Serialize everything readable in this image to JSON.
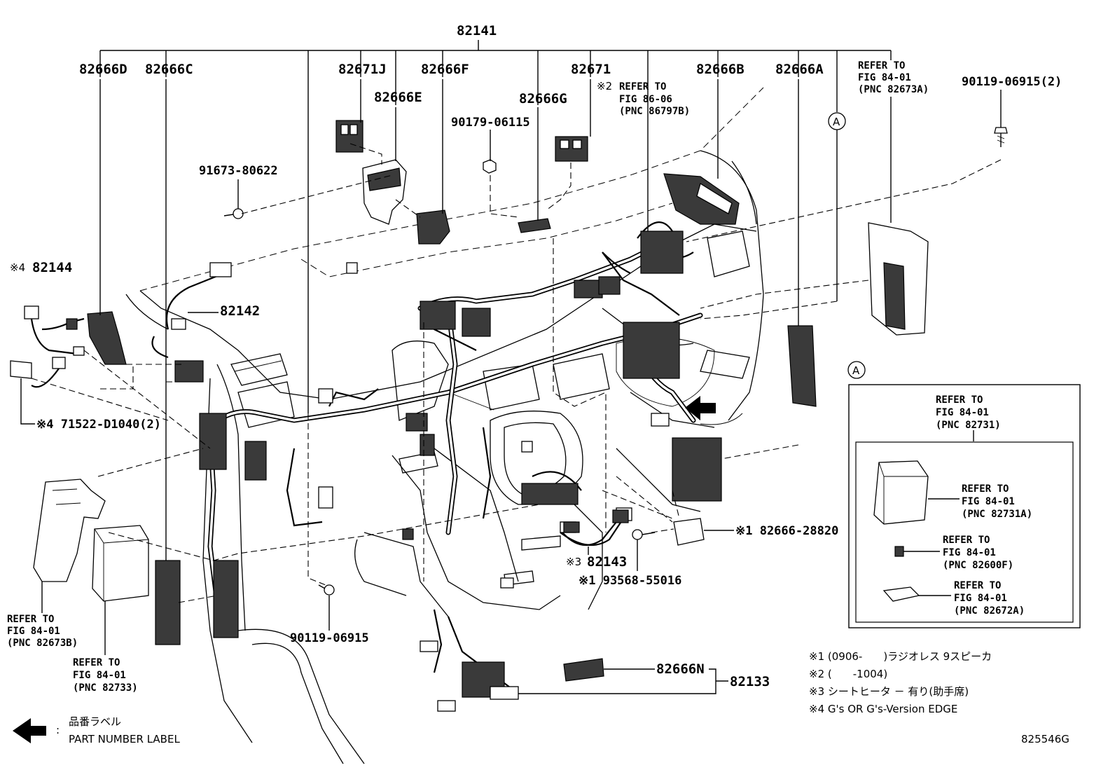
{
  "labels": {
    "main_harness": "82141",
    "p82666D": "82666D",
    "p82666C": "82666C",
    "p82671J": "82671J",
    "p82666E": "82666E",
    "p82666F": "82666F",
    "p82666G": "82666G",
    "p82671": "82671",
    "p82666B": "82666B",
    "p82666A": "82666A",
    "p90179": "90179-06115",
    "p91673": "91673-80622",
    "p90119_top": "90119-06915(2)",
    "p90119_bottom": "90119-06915",
    "p82144_mark": "※4",
    "p82144": "82144",
    "p82142": "82142",
    "p71522": "※4 71522-D1040(2)",
    "p82143_mark": "※3",
    "p82143": "82143",
    "p93568": "※1 93568-55016",
    "p82666_28820": "※1 82666-28820",
    "p82666N": "82666N",
    "p82133": "82133",
    "callout_A": "A"
  },
  "refers": {
    "ref_86_06": {
      "mark": "※2",
      "line1": "REFER TO",
      "line2": "FIG 86-06",
      "line3": "(PNC 86797B)"
    },
    "ref_82673A": {
      "line1": "REFER TO",
      "line2": "FIG 84-01",
      "line3": "(PNC 82673A)"
    },
    "ref_82673B": {
      "line1": "REFER TO",
      "line2": "FIG 84-01",
      "line3": "(PNC 82673B)"
    },
    "ref_82733": {
      "line1": "REFER TO",
      "line2": "FIG 84-01",
      "line3": "(PNC 82733)"
    },
    "ref_82731": {
      "line1": "REFER TO",
      "line2": "FIG 84-01",
      "line3": "(PNC 82731)"
    },
    "ref_82731A": {
      "line1": "REFER TO",
      "line2": "FIG 84-01",
      "line3": "(PNC 82731A)"
    },
    "ref_82600F": {
      "line1": "REFER TO",
      "line2": "FIG 84-01",
      "line3": "(PNC 82600F)"
    },
    "ref_82672A": {
      "line1": "REFER TO",
      "line2": "FIG 84-01",
      "line3": "(PNC 82672A)"
    }
  },
  "notes": [
    "※1 (0906-　　)ラジオレス 9スピーカ",
    "※2 (　　-1004)",
    "※3 シートヒータ － 有り(助手席)",
    "※4 G's OR G's-Version EDGE"
  ],
  "legend": {
    "jp": "品番ラベル",
    "en": "PART NUMBER LABEL",
    "colon": ":"
  },
  "figure_code": "825546G",
  "icons": [
    "arrow-left-icon",
    "callout-circle-icon"
  ]
}
